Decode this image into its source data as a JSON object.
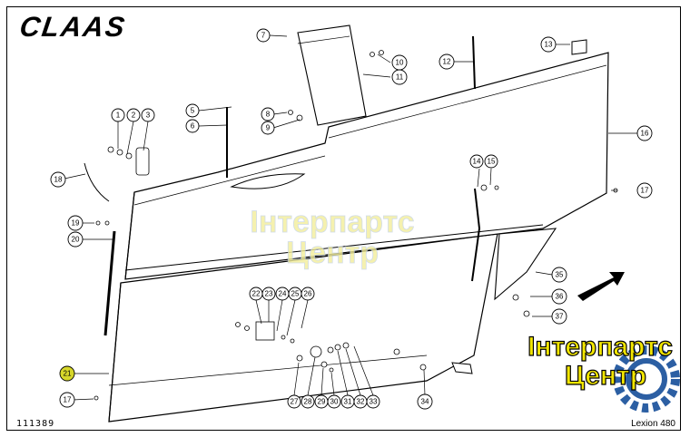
{
  "header": {
    "brand": "CLAAS"
  },
  "footer": {
    "drawing_code": "111389",
    "model": "Lexion 480"
  },
  "watermark": {
    "line1": "Інтерпартс",
    "line2": "Центр"
  },
  "corner_logo": {
    "line1": "Інтерпартс",
    "line2": "Центр"
  },
  "callouts": {
    "c1": "1",
    "c2": "2",
    "c3": "3",
    "c5": "5",
    "c6": "6",
    "c7": "7",
    "c8": "8",
    "c9": "9",
    "c10": "10",
    "c11": "11",
    "c12": "12",
    "c13": "13",
    "c14": "14",
    "c15": "15",
    "c16": "16",
    "c17a": "17",
    "c17b": "17",
    "c18": "18",
    "c19": "19",
    "c20": "20",
    "c21": "21",
    "c22": "22",
    "c23": "23",
    "c24": "24",
    "c25": "25",
    "c26": "26",
    "c27": "27",
    "c28": "28",
    "c29": "29",
    "c30": "30",
    "c31": "31",
    "c32": "32",
    "c33": "33",
    "c34": "34",
    "c35": "35",
    "c36": "36",
    "c37": "37"
  },
  "colors": {
    "highlight_callout": "#d6d62a",
    "watermark_fill": "#f3ee9a",
    "gear": "#c5d3e3",
    "logo_yellow": "#f2e600",
    "logo_blue": "#2c5fa3"
  }
}
